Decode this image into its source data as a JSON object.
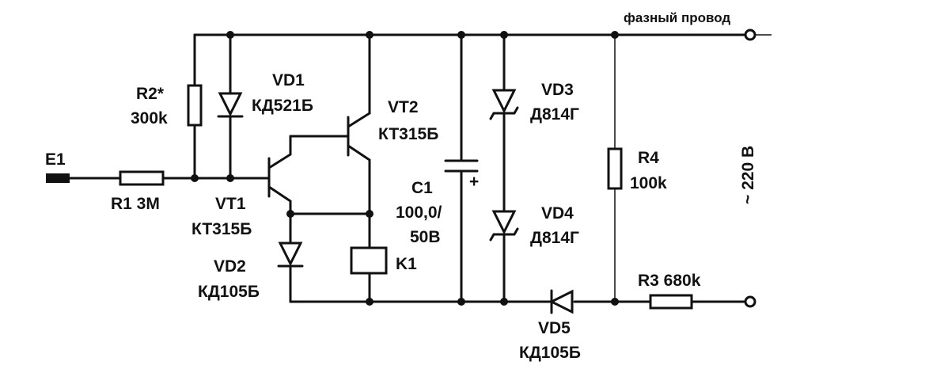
{
  "labels": {
    "r2_name": "R2*",
    "r2_value": "300k",
    "vd1_name": "VD1",
    "vd1_type": "КД521Б",
    "vt2_name": "VT2",
    "vt2_type": "КТ315Б",
    "e1": "E1",
    "r1": "R1 3M",
    "vt1_name": "VT1",
    "vt1_type": "КТ315Б",
    "vd2_name": "VD2",
    "vd2_type": "КД105Б",
    "k1": "K1",
    "c1_name": "C1",
    "c1_value": "100,0/",
    "c1_voltage": "50B",
    "c1_plus": "+",
    "vd3_name": "VD3",
    "vd3_type": "Д814Г",
    "vd4_name": "VD4",
    "vd4_type": "Д814Г",
    "r4_name": "R4",
    "r4_value": "100k",
    "r3": "R3 680k",
    "vd5_name": "VD5",
    "vd5_type": "КД105Б",
    "phase_wire": "фазный провод",
    "mains": "~ 220 B"
  }
}
